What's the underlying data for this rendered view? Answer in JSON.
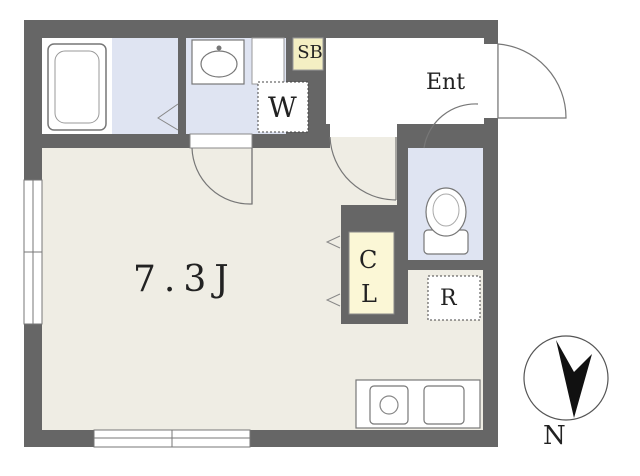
{
  "labels": {
    "main_room": "7.3J",
    "shoe_box": "SB",
    "entrance": "Ent",
    "washer": "W",
    "closet_top": "C",
    "closet_bottom": "L",
    "refrigerator": "R",
    "north": "N"
  },
  "colors": {
    "wall": "#666666",
    "main_floor": "#efede4",
    "wet_area": "#dfe4f2",
    "closet": "#fbf7d6",
    "shoe_box": "#f4efc3",
    "fixture_stroke": "#7a7a7a"
  }
}
